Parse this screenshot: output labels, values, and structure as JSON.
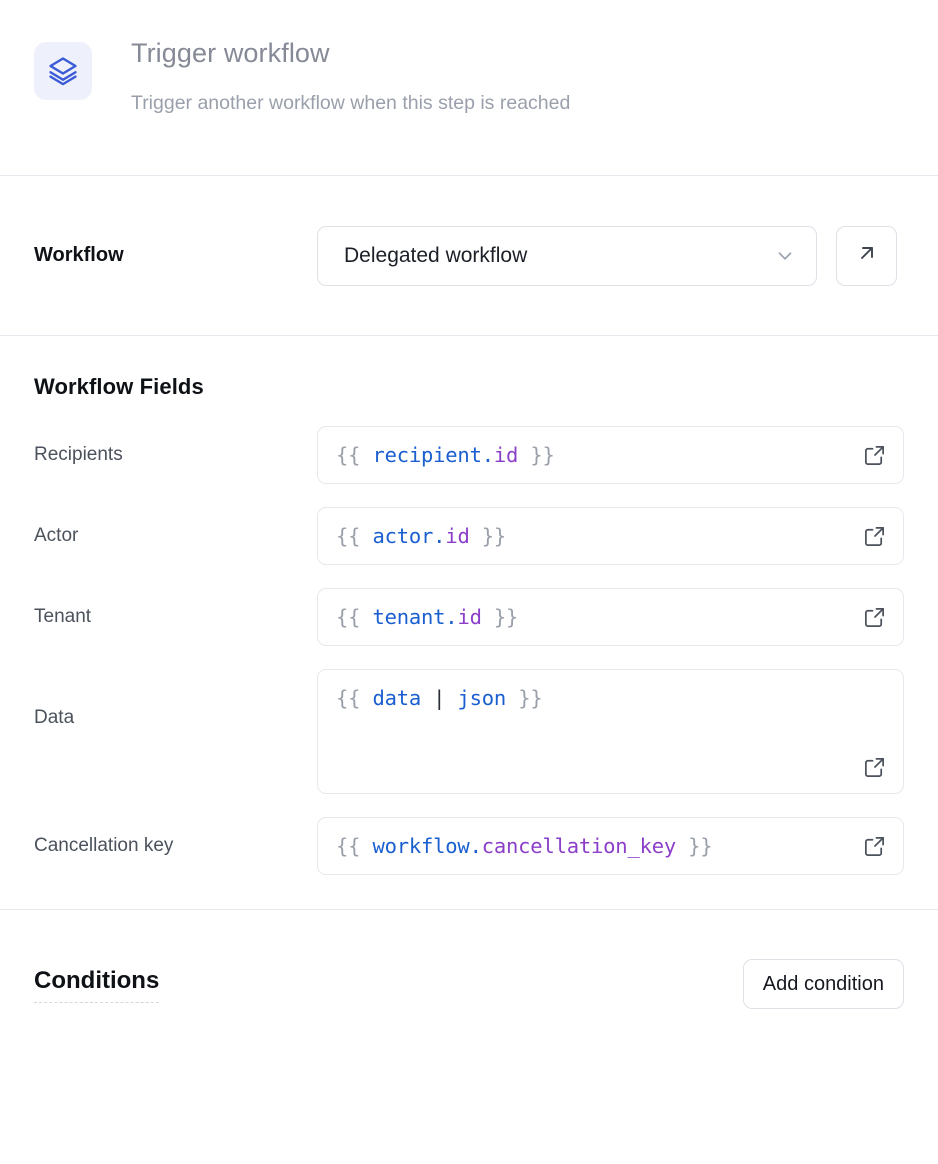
{
  "header": {
    "icon": "layers-icon",
    "title": "Trigger workflow",
    "subtitle": "Trigger another workflow when this step is reached",
    "icon_color": "#3b5bd6",
    "icon_bg": "#eef1fb"
  },
  "workflow": {
    "label": "Workflow",
    "selected": "Delegated workflow",
    "dropdown_icon": "chevron-down-icon",
    "open_icon": "arrow-up-right-icon"
  },
  "fields_section": {
    "title": "Workflow Fields",
    "expand_icon": "external-link-icon",
    "fields": [
      {
        "label": "Recipients",
        "value": "{{ recipient.id }}",
        "multiline": false,
        "tokens": [
          {
            "t": "{{ ",
            "k": "brace"
          },
          {
            "t": "recipient",
            "k": "var"
          },
          {
            "t": ".",
            "k": "dot"
          },
          {
            "t": "id",
            "k": "prop"
          },
          {
            "t": " }}",
            "k": "brace"
          }
        ]
      },
      {
        "label": "Actor",
        "value": "{{ actor.id }}",
        "multiline": false,
        "tokens": [
          {
            "t": "{{ ",
            "k": "brace"
          },
          {
            "t": "actor",
            "k": "var"
          },
          {
            "t": ".",
            "k": "dot"
          },
          {
            "t": "id",
            "k": "prop"
          },
          {
            "t": " }}",
            "k": "brace"
          }
        ]
      },
      {
        "label": "Tenant",
        "value": "{{ tenant.id }}",
        "multiline": false,
        "tokens": [
          {
            "t": "{{ ",
            "k": "brace"
          },
          {
            "t": "tenant",
            "k": "var"
          },
          {
            "t": ".",
            "k": "dot"
          },
          {
            "t": "id",
            "k": "prop"
          },
          {
            "t": " }}",
            "k": "brace"
          }
        ]
      },
      {
        "label": "Data",
        "value": "{{ data | json }}",
        "multiline": true,
        "tokens": [
          {
            "t": "{{ ",
            "k": "brace"
          },
          {
            "t": "data",
            "k": "var"
          },
          {
            "t": " ",
            "k": "brace"
          },
          {
            "t": "|",
            "k": "pipe"
          },
          {
            "t": " ",
            "k": "brace"
          },
          {
            "t": "json",
            "k": "filter"
          },
          {
            "t": " }}",
            "k": "brace"
          }
        ]
      },
      {
        "label": "Cancellation key",
        "value": "{{ workflow.cancellation_key }}",
        "multiline": false,
        "tokens": [
          {
            "t": "{{ ",
            "k": "brace"
          },
          {
            "t": "workflow",
            "k": "var"
          },
          {
            "t": ".",
            "k": "dot"
          },
          {
            "t": "cancellation_key",
            "k": "prop"
          },
          {
            "t": " }}",
            "k": "brace"
          }
        ]
      }
    ]
  },
  "conditions": {
    "title": "Conditions",
    "add_label": "Add condition"
  }
}
